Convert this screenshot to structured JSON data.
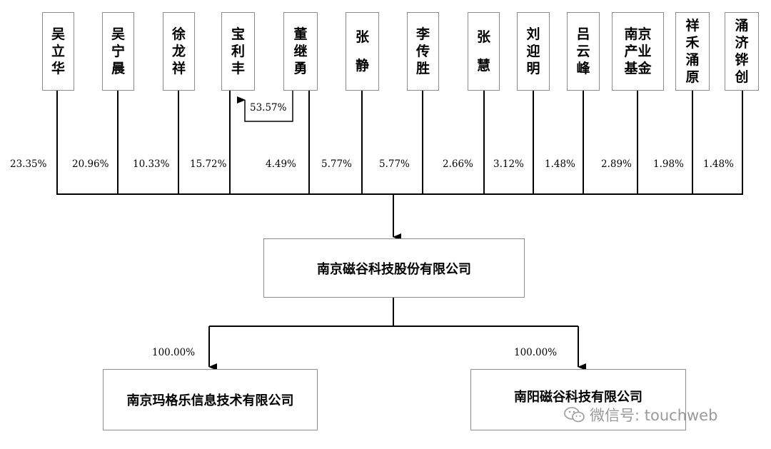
{
  "shareholders": [
    {
      "name": "吴立华",
      "pct": "23.35%"
    },
    {
      "name": "吴宁晨",
      "pct": "20.96%"
    },
    {
      "name": "徐龙祥",
      "pct": "10.33%"
    },
    {
      "name": "宝利丰",
      "pct": "15.72%"
    },
    {
      "name": "董继勇",
      "pct": "4.49%"
    },
    {
      "name": "张静",
      "pct": "5.77%"
    },
    {
      "name": "李传胜",
      "pct": "5.77%"
    },
    {
      "name": "张慧",
      "pct": "2.66%"
    },
    {
      "name": "刘迎明",
      "pct": "3.12%"
    },
    {
      "name": "吕云峰",
      "pct": "1.48%"
    },
    {
      "name": "南京产业基金",
      "pct": "2.89%"
    },
    {
      "name": "祥禾涌原",
      "pct": "1.98%"
    },
    {
      "name": "涌济铧创",
      "pct": "1.48%"
    }
  ],
  "dong_to_baolifeng_pct": "53.57%",
  "parent": {
    "name": "南京磁谷科技股份有限公司"
  },
  "subsidiaries": [
    {
      "name": "南京玛格乐信息技术有限公司",
      "pct": "100.00%"
    },
    {
      "name": "南阳磁谷科技有限公司",
      "pct": "100.00%"
    }
  ],
  "watermark": "微信号: touchweb",
  "colors": {
    "line": "#000000",
    "border": "#8c8c8c",
    "watermark": "#9a9a9a"
  }
}
